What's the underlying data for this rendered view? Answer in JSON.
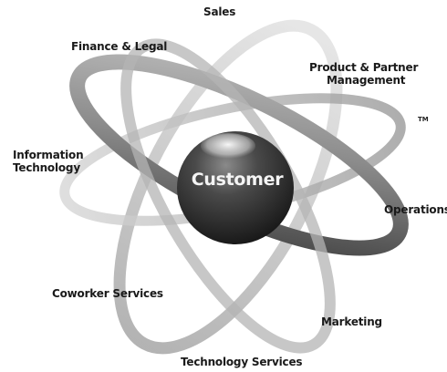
{
  "center": {
    "label": "Customer"
  },
  "orbits": [
    "Sales",
    "Finance & Legal",
    "Product & Partner Management",
    "Information Technology",
    "Operations",
    "Coworker Services",
    "Marketing",
    "Technology Services"
  ],
  "labels": {
    "sales": "Sales",
    "finance_legal": "Finance & Legal",
    "product_partner_line1": "Product & Partner",
    "product_partner_line2": "Management",
    "information_technology_line1": "Information",
    "information_technology_line2": "Technology",
    "operations": "Operations",
    "coworker_services": "Coworker Services",
    "marketing": "Marketing",
    "technology_services": "Technology Services"
  },
  "trademark": "TM",
  "colors": {
    "ring_dark": "#5a5a5a",
    "ring_mid": "#a8a8a8",
    "ring_light": "#dcdcdc",
    "sphere_dark": "#1c1c1c",
    "sphere_mid": "#4a4a4a",
    "sphere_highlight": "#eeeeee",
    "text": "#1a1a1a"
  }
}
